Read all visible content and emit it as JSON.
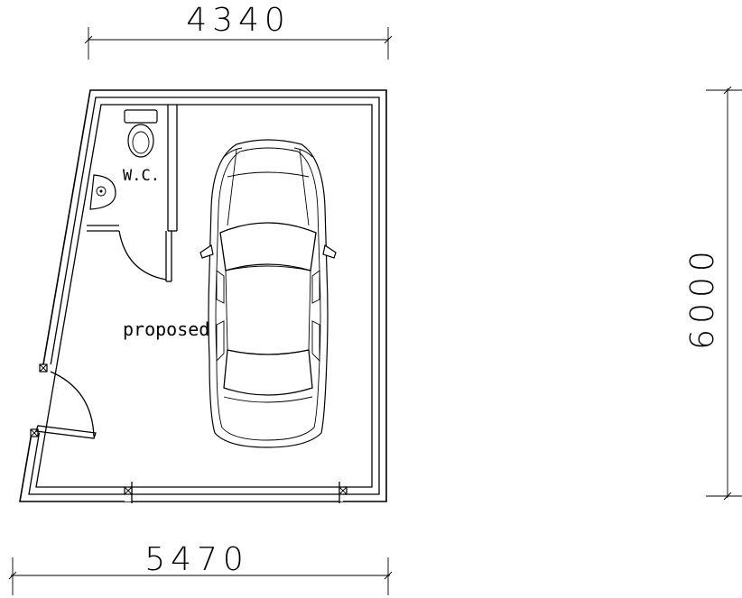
{
  "dimensions": {
    "top_width": "4340",
    "bottom_width": "5470",
    "side_depth": "6000"
  },
  "labels": {
    "wc": "W.C.",
    "room": "proposed"
  },
  "colors": {
    "line": "#000000",
    "background": "#ffffff"
  },
  "icons": {
    "car": "car-top-view-icon",
    "toilet": "toilet-icon",
    "basin": "wash-basin-icon"
  }
}
